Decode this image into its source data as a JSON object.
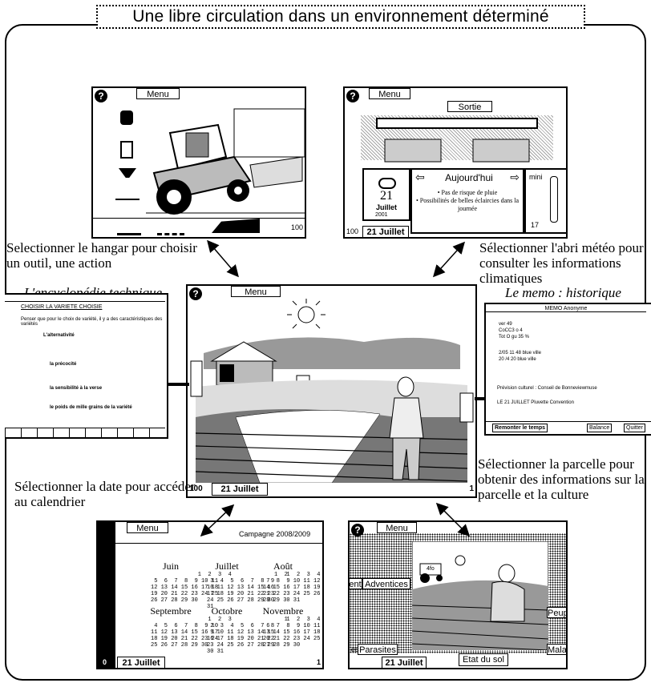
{
  "title": "Une libre circulation dans un environnement déterminé",
  "captions": {
    "hangar": "Selectionner  le hangar pour choisir un outil, une action",
    "abri": "Sélectionner  l'abri météo pour consulter les informations climatiques",
    "encyclopedie": "L'encyclopédie technique",
    "memo": "Le memo : historique",
    "date": "Sélectionner la date pour accéder au calendrier",
    "parcelle": "Sélectionner la parcelle pour obtenir des informations sur la parcelle et la culture"
  },
  "screens": {
    "hangar": {
      "menu": "Menu",
      "number": "100"
    },
    "abri": {
      "menu": "Menu",
      "sortie": "Sortie",
      "today_title": "Aujourd'hui",
      "forecast_1": "• Pas de risque de pluie",
      "forecast_2": "• Possibilités de belles éclaircies dans la journée",
      "day": "21",
      "month": "Juillet",
      "year": "2001",
      "mini": "mini",
      "temp": "17",
      "number": "100",
      "date": "21 Juillet"
    },
    "main": {
      "menu": "Menu",
      "date": "21 Juillet",
      "num_left": "100",
      "num_right": "1"
    },
    "encyclopedie": {
      "heading": "CHOISIR LA VARIETE CHOISIE",
      "intro": "Penser que pour le choix de variété, il y a des caractéristiques des variétés",
      "item1": "L'alternativité",
      "item2": "la précocité",
      "item3": "la sensibilité à la verse",
      "item4": "le poids de mille grains de la variété"
    },
    "memo": {
      "header": "MEMO Anonyme",
      "l1": "ver 49",
      "l2": "CoCC3  o  4",
      "l3": "Tot  O gu  35  %",
      "l4": "2/05  11 48  blue ville",
      "l5": "20 /4 20  blue ville",
      "l6": "Prévision culturel : Conseil de Bonneviewmuse",
      "l7": "LE 21 JUILLET Pluvette Convention",
      "btn1": "Remonter le temps",
      "btn2": "Balance",
      "btn3": "Quitter"
    },
    "calendar": {
      "menu": "Menu",
      "campagne": "Campagne 2008/2009",
      "months": [
        "Juin",
        "Juillet",
        "Août",
        "Septembre",
        "Octobre",
        "Novembre"
      ],
      "grids": [
        "              1  2  3  4\n 5  6  7  8  9 10 11\n12 13 14 15 16 17 18\n19 20 21 22 23 24 25\n26 27 28 29 30",
        "                    1  2\n 3  4  5  6  7  8  9\n10 11 12 13 14 15 16\n17 18 19 20 21 22 23\n24 25 26 27 28 29 30\n31",
        "       1  2  3  4  5  6\n 7  8  9 10 11 12 13\n14 15 16 17 18 19 20\n21 22 23 24 25 26 27\n28 29 30 31",
        "                 1  2  3\n 4  5  6  7  8  9 10\n11 12 13 14 15 16 17\n18 19 20 21 22 23 24\n25 26 27 28 29 30",
        "                       1\n 2  3  4  5  6  7  8\n 9 10 11 12 13 14 15\n16 17 18 19 20 21 22\n23 24 25 26 27 28 29\n30 31",
        "       1  2  3  4  5\n 6  7  8  9 10 11 12\n13 14 15 16 17 18 19\n20 21 22 23 24 25 26\n27 28 29 30"
      ],
      "date": "21 Juillet",
      "num_left": "0",
      "num_right": "1"
    },
    "parcelle": {
      "menu": "Menu",
      "l_top": "ent",
      "adventices": "Adventices",
      "peuplement": "Peuplen",
      "parasites": "Parasites",
      "maladies": "Malad",
      "etat": "Etat du sol",
      "date": "21 Juillet",
      "tractor_label": "4fo",
      "num_left": "es"
    }
  }
}
